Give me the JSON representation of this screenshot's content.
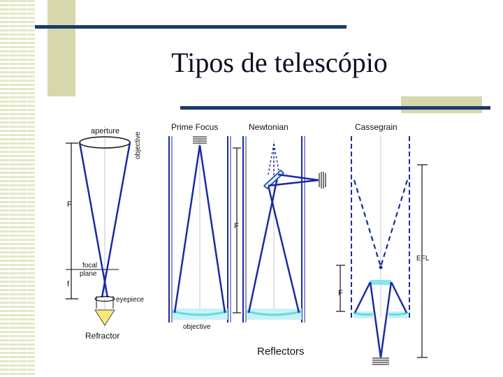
{
  "slide": {
    "title": "Tipos de telescópio"
  },
  "diagram": {
    "refractor": {
      "aperture": "aperture",
      "objective": "objective",
      "F": "F",
      "focal_plane_1": "focal",
      "focal_plane_2": "plane",
      "f": "f",
      "eyepiece": "eyepiece",
      "caption": "Refractor"
    },
    "prime_focus": {
      "heading": "Prime Focus",
      "objective": "objective"
    },
    "newtonian": {
      "heading": "Newtonian",
      "F": "F"
    },
    "cassegrain": {
      "heading": "Cassegrain",
      "EFL": "EFL",
      "F": "F"
    },
    "reflectors_caption": "Reflectors"
  },
  "colors": {
    "accent_navy": "#1a3a6a",
    "accent_olive": "#d6d7ad",
    "ray_blue": "#1a2aa0",
    "mirror_cyan": "#80e8f0",
    "lens_yellow": "#f8e878"
  }
}
